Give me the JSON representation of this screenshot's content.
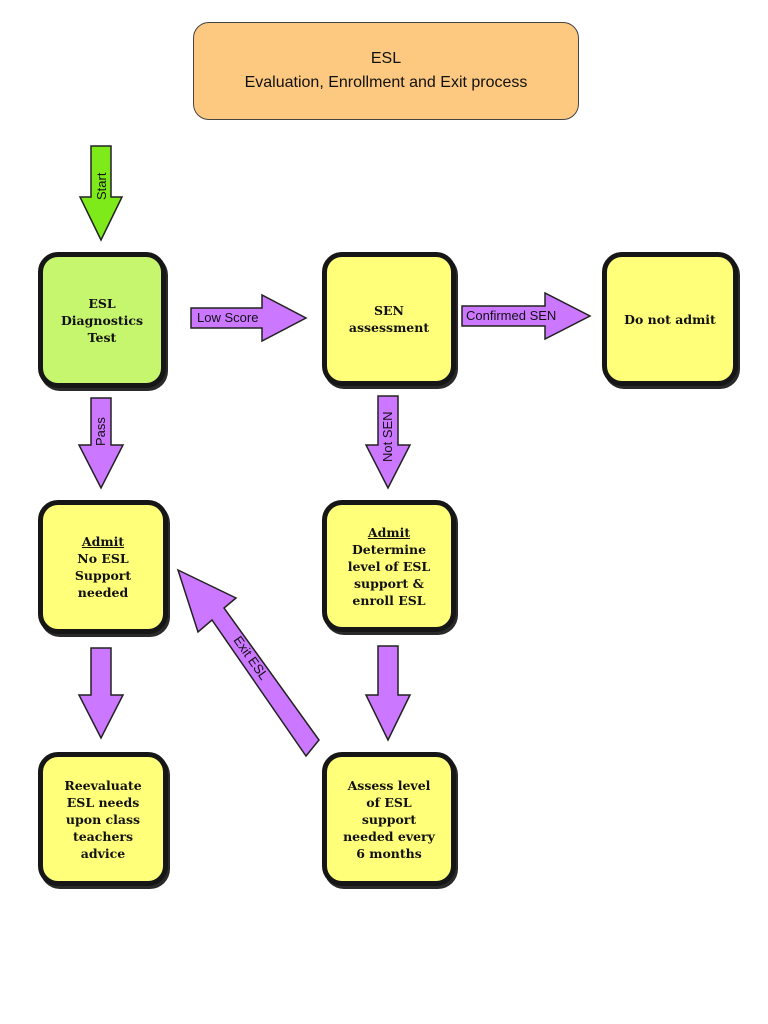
{
  "title": {
    "line1": "ESL",
    "line2": "Evaluation, Enrollment and Exit process"
  },
  "nodes": {
    "diagnostics": {
      "lines": [
        "ESL",
        "Diagnostics",
        "Test"
      ]
    },
    "sen": {
      "lines": [
        "SEN",
        "assessment"
      ]
    },
    "do_not_admit": {
      "lines": [
        "Do not admit"
      ]
    },
    "admit_no_esl": {
      "heading": "Admit",
      "lines": [
        "No ESL",
        "Support",
        "needed"
      ]
    },
    "admit_esl": {
      "heading": "Admit",
      "lines": [
        "Determine",
        "level of ESL",
        "support &",
        "enroll ESL"
      ]
    },
    "reevaluate": {
      "lines": [
        "Reevaluate",
        "ESL needs",
        "upon class",
        "teachers",
        "advice"
      ]
    },
    "assess": {
      "lines": [
        "Assess level",
        "of ESL",
        "support",
        "needed every",
        "6 months"
      ]
    }
  },
  "edges": {
    "start": "Start",
    "low_score": "Low Score",
    "confirmed_sen": "Confirmed SEN",
    "pass": "Pass",
    "not_sen": "Not SEN",
    "exit_esl": "Exit ESL"
  },
  "colors": {
    "title_fill": "#fdc87f",
    "node_yellow": "#ffff7a",
    "node_green": "#c6f56e",
    "arrow_purple": "#cc77ff",
    "arrow_green": "#7fea1a",
    "border": "#161616"
  }
}
